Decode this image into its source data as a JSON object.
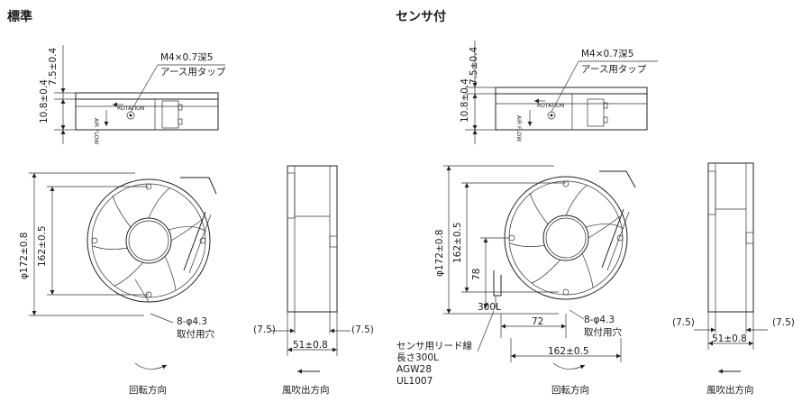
{
  "sections": {
    "standard": {
      "title": "標準"
    },
    "sensor": {
      "title": "センサ付"
    }
  },
  "dims": {
    "tap_depth": "7.5±0.4",
    "height": "10.8±0.4",
    "tap_spec": "M4×0.7深5",
    "ground_tap": "アース用タップ",
    "airflow_label": "AIR FLOW",
    "rotation_label": "ROTATION",
    "diameter": "φ172±0.8",
    "mount_pitch": "162±0.5",
    "mount_pitch_bottom": "162±0.5",
    "hole_spec": "8-φ4.3",
    "hole_purpose": "取付用穴",
    "side_offset": "(7.5)",
    "width": "51±0.8",
    "lead_length_78": "78",
    "lead_300": "300L",
    "lead_offset_72": "72"
  },
  "captions": {
    "rotation_dir": "回転方向",
    "airflow_dir": "風吹出方向"
  },
  "sensor_lead": {
    "line1": "センサ用リード線",
    "line2": "長さ300L",
    "line3": "AGW28",
    "line4": "UL1007"
  }
}
